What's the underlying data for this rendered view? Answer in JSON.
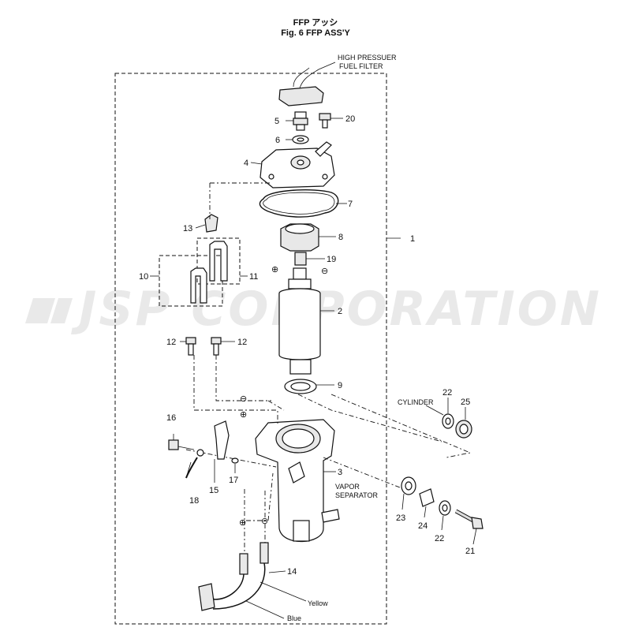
{
  "header": {
    "title_jp": "FFP アッシ",
    "title_en": "Fig. 6   FFP ASS'Y"
  },
  "watermark": "JSP CORPORATION",
  "labels": {
    "high_pressure_filter_line1": "HIGH PRESSUER",
    "high_pressure_filter_line2": "FUEL  FILTER",
    "cylinder": "CYLINDER",
    "vapor_separator_line1": "VAPOR",
    "vapor_separator_line2": "SEPARATOR",
    "yellow": "Yellow",
    "blue": "Blue",
    "plus": "⊕",
    "minus": "⊖"
  },
  "part_numbers": {
    "p1": "1",
    "p2": "2",
    "p3": "3",
    "p4": "4",
    "p5": "5",
    "p6": "6",
    "p7": "7",
    "p8": "8",
    "p9": "9",
    "p10": "10",
    "p11": "11",
    "p12a": "12",
    "p12b": "12",
    "p13": "13",
    "p14": "14",
    "p15": "15",
    "p16": "16",
    "p17": "17",
    "p18": "18",
    "p19": "19",
    "p20": "20",
    "p21": "21",
    "p22a": "22",
    "p22b": "22",
    "p23": "23",
    "p24": "24",
    "p25": "25"
  }
}
